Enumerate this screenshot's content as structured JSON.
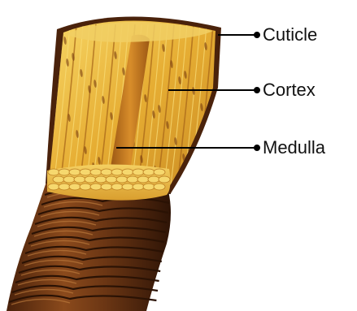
{
  "labels": {
    "cuticle": "Cuticle",
    "cortex": "Cortex",
    "medulla": "Medulla"
  },
  "colors": {
    "cuticle_dark": "#3a1b08",
    "cuticle_mid": "#6b3614",
    "cuticle_light": "#a9672c",
    "cortex_base": "#e0a42b",
    "cortex_light": "#f6d35c",
    "cortex_shadow": "#a8671a",
    "medulla": "#c97d1e",
    "leader_line": "#000000"
  }
}
